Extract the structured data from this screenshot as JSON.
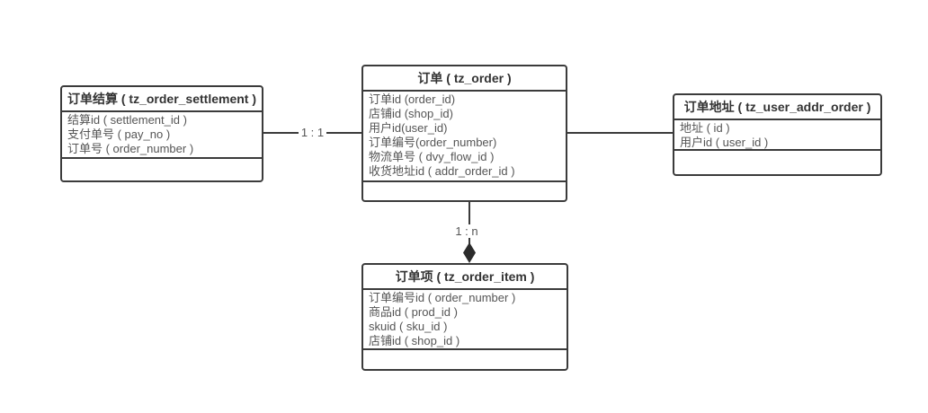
{
  "diagram": {
    "background": "#ffffff",
    "line_color": "#3b3b3b",
    "title_text_color": "#333333",
    "field_text_color": "#555555",
    "entities": [
      {
        "id": "order-settlement",
        "title": "订单结算 ( tz_order_settlement )",
        "fields": [
          "结算id ( settlement_id )",
          "支付单号 ( pay_no )",
          "订单号 ( order_number )"
        ]
      },
      {
        "id": "order",
        "title": "订单 ( tz_order )",
        "fields": [
          "订单id (order_id)",
          "店铺id (shop_id)",
          "用户id(user_id)",
          "订单编号(order_number)",
          "物流单号 ( dvy_flow_id )",
          "收货地址id ( addr_order_id )"
        ]
      },
      {
        "id": "user-addr-order",
        "title": "订单地址 ( tz_user_addr_order )",
        "fields": [
          "地址 ( id )",
          "用户id ( user_id )"
        ]
      },
      {
        "id": "order-item",
        "title": "订单项 ( tz_order_item )",
        "fields": [
          "订单编号id ( order_number )",
          "商品id ( prod_id )",
          "skuid ( sku_id )",
          "店铺id ( shop_id )"
        ]
      }
    ],
    "connectors": [
      {
        "from": "order-settlement",
        "to": "order",
        "label": "1 : 1"
      },
      {
        "from": "order",
        "to": "user-addr-order",
        "label": ""
      },
      {
        "from": "order",
        "to": "order-item",
        "label": "1 : n",
        "arrow": "filled-diamond"
      }
    ]
  }
}
